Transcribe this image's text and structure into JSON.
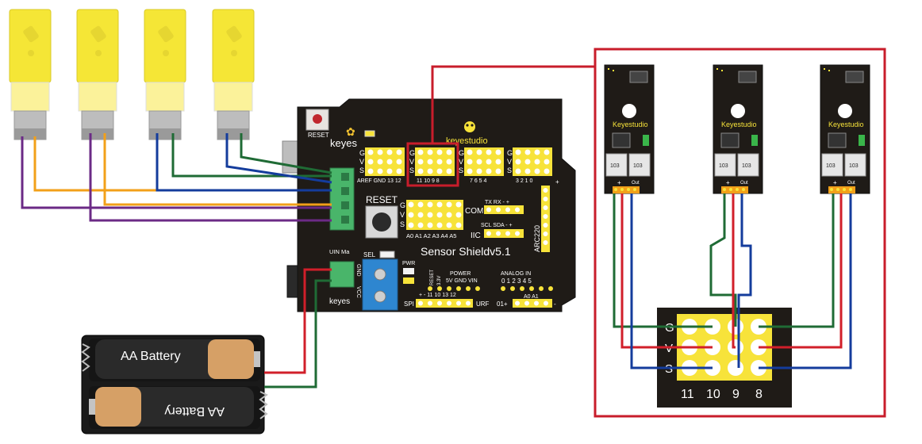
{
  "colors": {
    "board": "#1f1b17",
    "header_yellow": "#f7e33a",
    "motor_yellow": "#f5e636",
    "wire_orange": "#f2a019",
    "wire_purple": "#6b2a86",
    "wire_blue": "#143c9c",
    "wire_green": "#1f6b35",
    "wire_red": "#d11f2a",
    "frame_red": "#c81d2b",
    "terminal_green": "#49b56a",
    "battery_copper": "#d6a066"
  },
  "shield": {
    "title": "Sensor Shieldv5.1",
    "brand_top": "keyes",
    "brand_bottom": "keyes",
    "logo_text": "keyestudio",
    "reset_small": "RESET",
    "reset_button_label": "RESET",
    "gvs": [
      "G",
      "V",
      "S"
    ],
    "header_group1": "AREF GND 13 12",
    "header_group2": "11  10  9  8",
    "header_group3": "7  6  5  4",
    "header_group4": "3  2  1  0",
    "analog_labels": "A0 A1 A2 A3 A4 A5",
    "com_label": "COM",
    "iic_label": "IIC",
    "txrx_label": "TX RX  -  +",
    "sclsda_label": "SCL SDA  -  +",
    "arc_label": "ARC220",
    "uin_label": "UIN Ma",
    "sel_label": "SEL",
    "gnd_label": "GND",
    "vcc_label": "VCC",
    "pwr_label": "PWR",
    "reset_vert": "RESET",
    "v33_label": "3.3V",
    "power_label": "POWER",
    "power_pins": "5V GND VIN",
    "analog_in_label": "ANALOG    IN",
    "analog_nums": "0 1 2 3 4 5",
    "spi_label": "SPI",
    "spi_pins": "+  -  11 10 13 12",
    "urf_label": "URF",
    "oneplus_label": "01+",
    "a0a1_label": "A0 A1",
    "plus": "+",
    "minus": "-"
  },
  "sensors": [
    {
      "brand": "Keyestudio",
      "pot1": "103",
      "pot2": "103",
      "pin_plus": "+",
      "pin_out": "Out"
    },
    {
      "brand": "Keyestudio",
      "pot1": "103",
      "pot2": "103",
      "pin_plus": "+",
      "pin_out": "Out"
    },
    {
      "brand": "Keyestudio",
      "pot1": "103",
      "pot2": "103",
      "pin_plus": "+",
      "pin_out": "Out"
    }
  ],
  "header_block": {
    "row_labels": [
      "G",
      "V",
      "S"
    ],
    "pin_numbers": [
      "11",
      "10",
      "9",
      "8"
    ]
  },
  "battery": {
    "cell_top": "AA Battery",
    "cell_bottom": "AA Battery"
  }
}
